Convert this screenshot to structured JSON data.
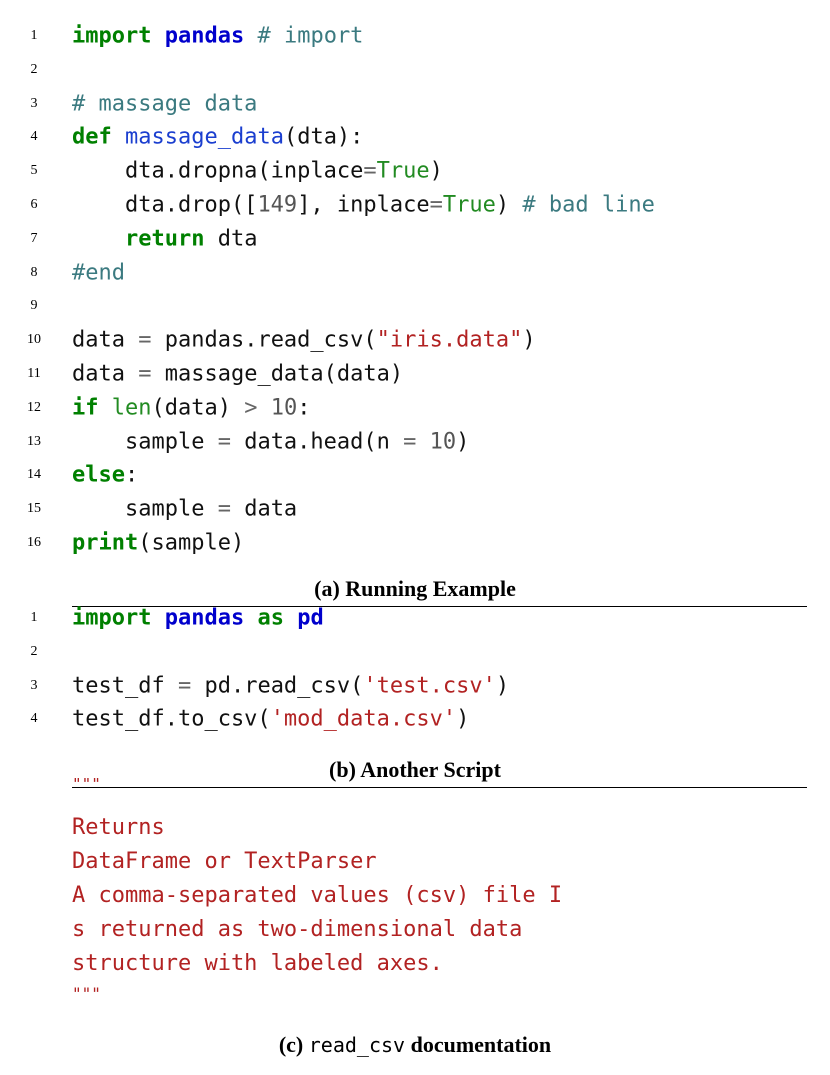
{
  "listing_a": {
    "lines": [
      {
        "n": "1",
        "segs": [
          [
            "import",
            "kw"
          ],
          [
            " ",
            ""
          ],
          [
            "pandas",
            "mod"
          ],
          [
            " ",
            ""
          ],
          [
            "# import",
            "cm"
          ]
        ]
      },
      {
        "n": "2",
        "segs": []
      },
      {
        "n": "3",
        "segs": [
          [
            "# massage data",
            "cm"
          ]
        ]
      },
      {
        "n": "4",
        "segs": [
          [
            "def",
            "kw"
          ],
          [
            " ",
            ""
          ],
          [
            "massage_data",
            "fn"
          ],
          [
            "(dta):",
            ""
          ]
        ]
      },
      {
        "n": "5",
        "segs": [
          [
            "    dta.dropna(inplace",
            ""
          ],
          [
            "=",
            "op"
          ],
          [
            "True",
            "bi"
          ],
          [
            ")",
            ""
          ]
        ]
      },
      {
        "n": "6",
        "segs": [
          [
            "    dta.drop([",
            ""
          ],
          [
            "149",
            "num"
          ],
          [
            "], inplace",
            ""
          ],
          [
            "=",
            "op"
          ],
          [
            "True",
            "bi"
          ],
          [
            ") ",
            ""
          ],
          [
            "# bad line",
            "cm"
          ]
        ]
      },
      {
        "n": "7",
        "segs": [
          [
            "    ",
            ""
          ],
          [
            "return",
            "kw"
          ],
          [
            " dta",
            ""
          ]
        ]
      },
      {
        "n": "8",
        "segs": [
          [
            "#end",
            "cm"
          ]
        ]
      },
      {
        "n": "9",
        "segs": []
      },
      {
        "n": "10",
        "segs": [
          [
            "data ",
            ""
          ],
          [
            "=",
            "op"
          ],
          [
            " pandas.read_csv(",
            ""
          ],
          [
            "\"iris.data\"",
            "str"
          ],
          [
            ")",
            ""
          ]
        ]
      },
      {
        "n": "11",
        "segs": [
          [
            "data ",
            ""
          ],
          [
            "=",
            "op"
          ],
          [
            " massage_data(data)",
            ""
          ]
        ]
      },
      {
        "n": "12",
        "segs": [
          [
            "if",
            "kw"
          ],
          [
            " ",
            ""
          ],
          [
            "len",
            "bi"
          ],
          [
            "(data) ",
            ""
          ],
          [
            ">",
            "op"
          ],
          [
            " ",
            ""
          ],
          [
            "10",
            "num"
          ],
          [
            ":",
            ""
          ]
        ]
      },
      {
        "n": "13",
        "segs": [
          [
            "    sample ",
            ""
          ],
          [
            "=",
            "op"
          ],
          [
            " data.head(n ",
            ""
          ],
          [
            "=",
            "op"
          ],
          [
            " ",
            ""
          ],
          [
            "10",
            "num"
          ],
          [
            ")",
            ""
          ]
        ]
      },
      {
        "n": "14",
        "segs": [
          [
            "else",
            "kw"
          ],
          [
            ":",
            ""
          ]
        ]
      },
      {
        "n": "15",
        "segs": [
          [
            "    sample ",
            ""
          ],
          [
            "=",
            "op"
          ],
          [
            " data",
            ""
          ]
        ]
      },
      {
        "n": "16",
        "segs": [
          [
            "print",
            "kw"
          ],
          [
            "(sample)",
            ""
          ]
        ]
      }
    ]
  },
  "caption_a": "(a) Running Example",
  "listing_b": {
    "lines": [
      {
        "n": "1",
        "segs": [
          [
            "import",
            "kw"
          ],
          [
            " ",
            ""
          ],
          [
            "pandas",
            "mod"
          ],
          [
            " ",
            ""
          ],
          [
            "as",
            "kw"
          ],
          [
            " ",
            ""
          ],
          [
            "pd",
            "mod"
          ]
        ]
      },
      {
        "n": "2",
        "segs": []
      },
      {
        "n": "3",
        "segs": [
          [
            "test_df ",
            ""
          ],
          [
            "=",
            "op"
          ],
          [
            " pd.read_csv(",
            ""
          ],
          [
            "'test.csv'",
            "str"
          ],
          [
            ")",
            ""
          ]
        ]
      },
      {
        "n": "4",
        "segs": [
          [
            "test_df.to_csv(",
            ""
          ],
          [
            "'mod_data.csv'",
            "str"
          ],
          [
            ")",
            ""
          ]
        ]
      }
    ]
  },
  "caption_b": "(b) Another Script",
  "doc_c": {
    "open_quotes": "\"\"\"",
    "lines": [
      "Returns",
      "DataFrame or TextParser",
      "A comma-separated values (csv) file I",
      "s returned as two-dimensional data",
      "structure with labeled axes."
    ],
    "close_quotes": "\"\"\""
  },
  "caption_c": {
    "prefix": "(c)",
    "mono": "read_csv",
    "suffix": "documentation"
  }
}
